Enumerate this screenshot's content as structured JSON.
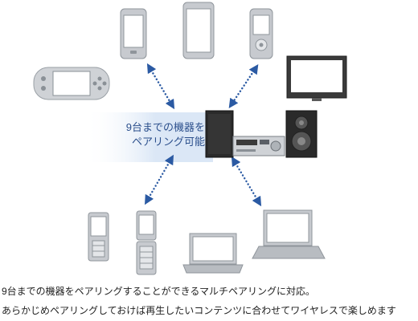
{
  "center_label": {
    "line1": "9台までの機器を",
    "line2": "ペアリング可能"
  },
  "captions": {
    "line1": "9台までの機器をペアリングすることができるマルチペアリングに対応。",
    "line2": "あらかじめペアリングしておけば再生したいコンテンツに合わせてワイヤレスで楽しめます"
  },
  "colors": {
    "arrow": "#2b5aa3",
    "band": "#dbe7f6",
    "device_body": "#c9ccd1",
    "screen": "#ffffff",
    "dark_screen": "#333333"
  },
  "devices": [
    {
      "name": "portable-game-console-icon"
    },
    {
      "name": "smartphone-icon"
    },
    {
      "name": "tablet-icon"
    },
    {
      "name": "music-player-icon"
    },
    {
      "name": "television-icon"
    },
    {
      "name": "bar-phone-icon"
    },
    {
      "name": "flip-phone-icon"
    },
    {
      "name": "small-laptop-icon"
    },
    {
      "name": "laptop-icon"
    }
  ],
  "hub": {
    "name": "micro-hifi-system-icon"
  }
}
